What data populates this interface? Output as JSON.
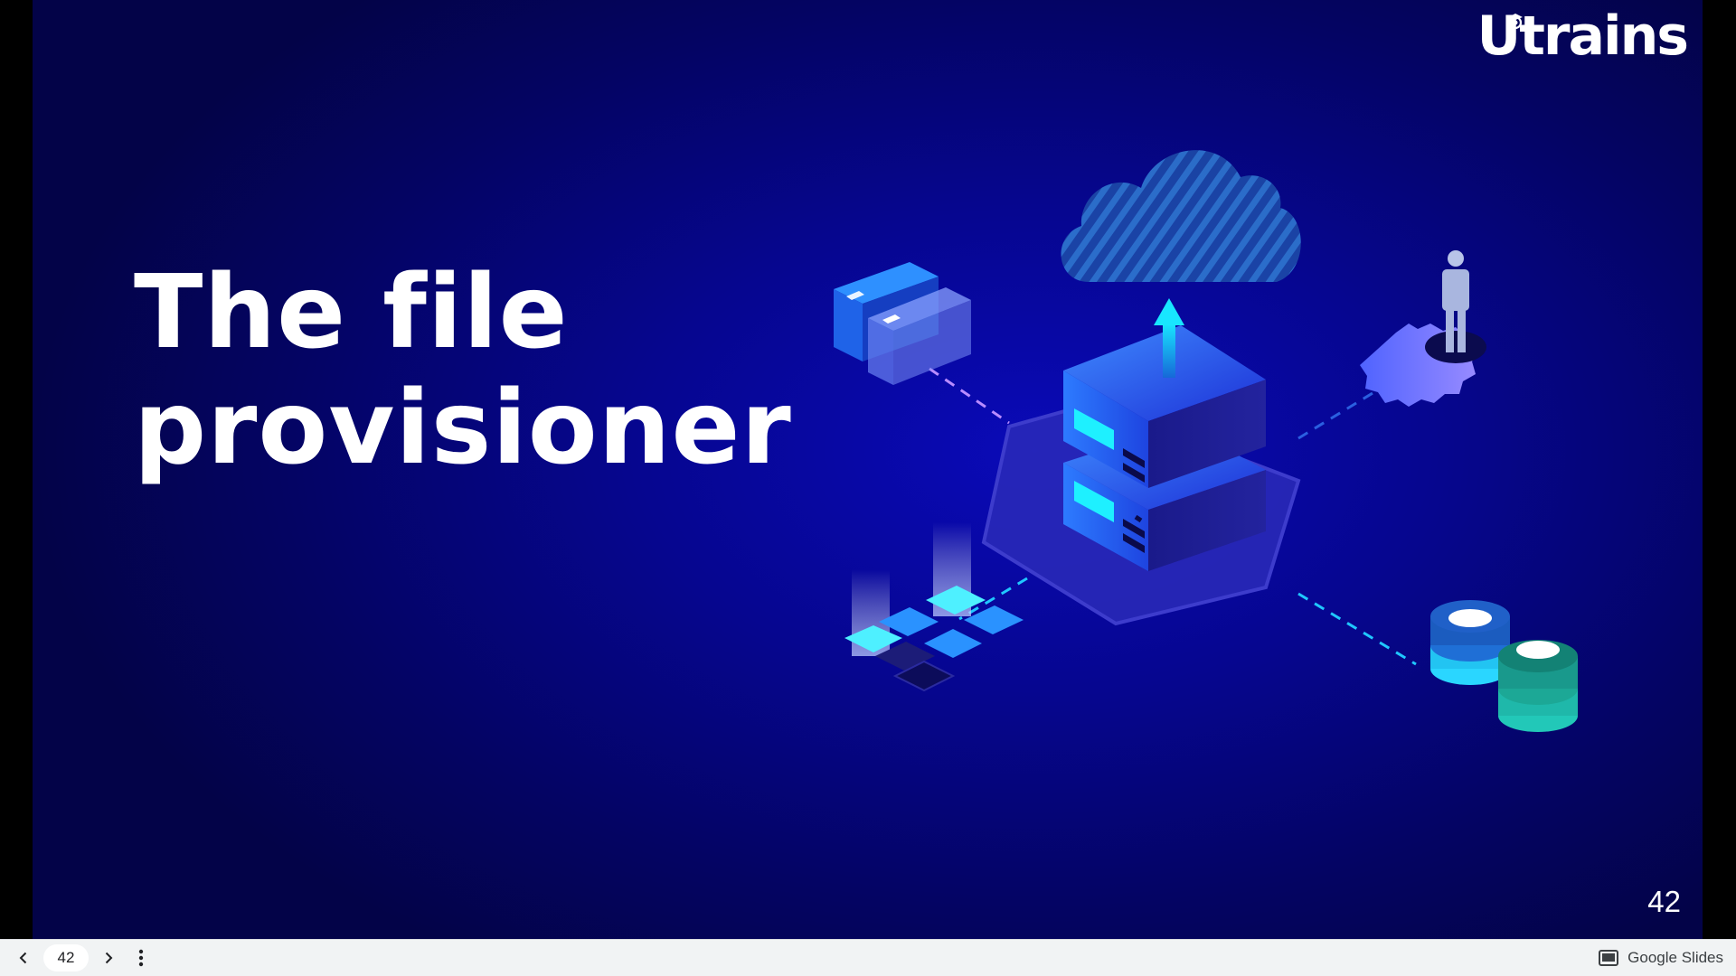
{
  "slide": {
    "logo": "Utrains",
    "title_line1": "The file",
    "title_line2": "provisioner",
    "number": "42"
  },
  "colors": {
    "background": "#05059a",
    "title": "#ffffff",
    "accent_cyan": "#00e5ff",
    "accent_blue": "#2d6cf0",
    "toolbar": "#f1f3f4"
  },
  "toolbar": {
    "prev_icon": "chevron-left-icon",
    "next_icon": "chevron-right-icon",
    "more_icon": "more-vert-icon",
    "page_value": "42",
    "brand_icon": "slides-icon",
    "brand_label": "Google Slides"
  }
}
